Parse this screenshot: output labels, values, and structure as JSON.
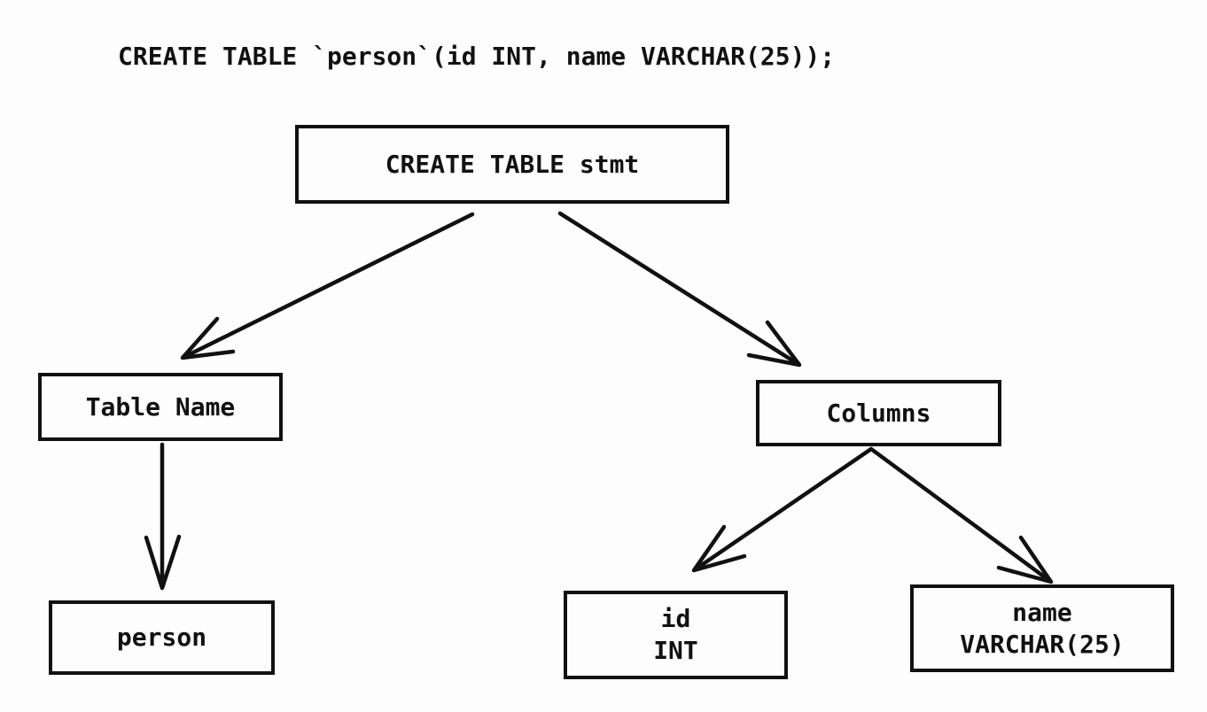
{
  "sql_statement": "CREATE TABLE `person`(id INT, name VARCHAR(25));",
  "diagram": {
    "nodes": {
      "stmt": {
        "label": "CREATE TABLE stmt"
      },
      "tableName": {
        "label": "Table Name"
      },
      "columns": {
        "label": "Columns"
      },
      "person": {
        "label": "person"
      },
      "idColumn": {
        "lines": [
          "id",
          "INT"
        ]
      },
      "nameColumn": {
        "lines": [
          "name",
          "VARCHAR(25)"
        ]
      }
    },
    "edges": [
      {
        "from": "stmt",
        "to": "tableName"
      },
      {
        "from": "stmt",
        "to": "columns"
      },
      {
        "from": "tableName",
        "to": "person"
      },
      {
        "from": "columns",
        "to": "idColumn"
      },
      {
        "from": "columns",
        "to": "nameColumn"
      }
    ],
    "colors": {
      "ink": "#111111",
      "background": "#fdfdfd"
    }
  }
}
